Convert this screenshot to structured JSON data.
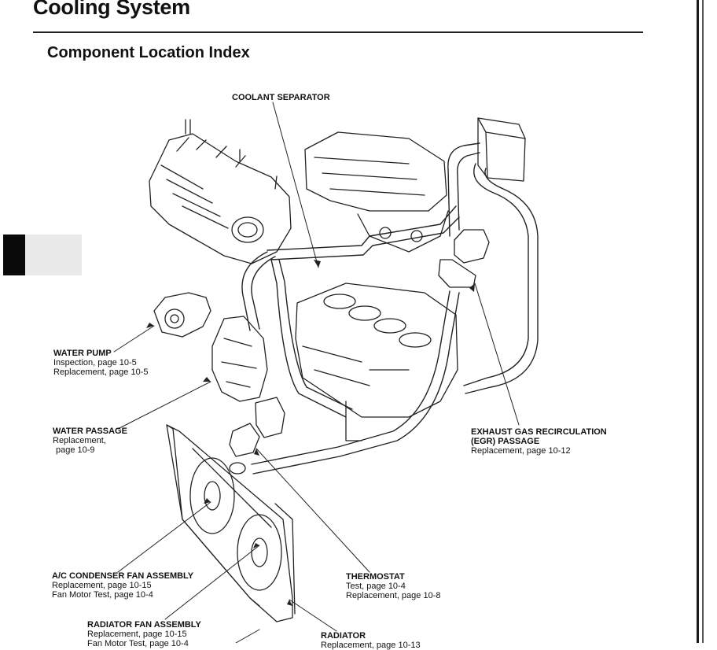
{
  "page": {
    "title": "Cooling System",
    "subtitle": "Component Location Index"
  },
  "callouts": {
    "coolant_separator": {
      "heading": "COOLANT SEPARATOR"
    },
    "water_pump": {
      "heading": "WATER PUMP",
      "line1": "Inspection, page 10-5",
      "line2": "Replacement, page 10-5"
    },
    "water_passage": {
      "heading": "WATER PASSAGE",
      "line1": "Replacement,",
      "line2": "page 10-9"
    },
    "egr_passage": {
      "heading1": "EXHAUST GAS RECIRCULATION",
      "heading2": "(EGR) PASSAGE",
      "line1": "Replacement, page 10-12"
    },
    "ac_condenser_fan": {
      "heading": "A/C CONDENSER FAN ASSEMBLY",
      "line1": "Replacement, page 10-15",
      "line2": "Fan Motor Test, page 10-4"
    },
    "thermostat": {
      "heading": "THERMOSTAT",
      "line1": "Test, page 10-4",
      "line2": "Replacement, page 10-8"
    },
    "radiator_fan": {
      "heading": "RADIATOR FAN ASSEMBLY",
      "line1": "Replacement, page 10-15",
      "line2": "Fan Motor Test, page 10-4"
    },
    "radiator": {
      "heading": "RADIATOR",
      "line1": "Replacement, page 10-13"
    }
  }
}
